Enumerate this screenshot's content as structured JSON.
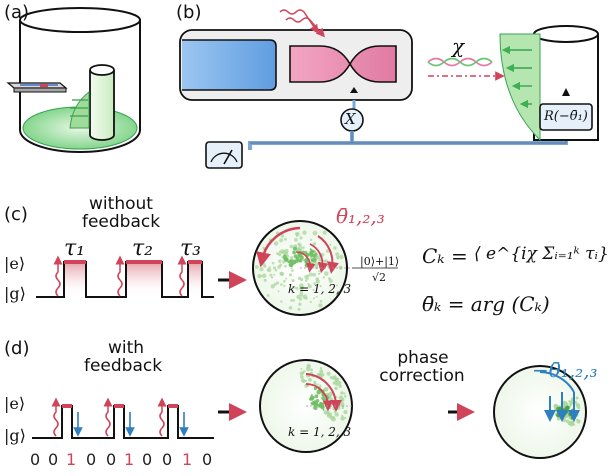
{
  "panels": {
    "a": "(a)",
    "b": "(b)",
    "c": "(c)",
    "d": "(d)"
  },
  "b": {
    "chi": "χ",
    "x_gate": "X",
    "rotation": "R(−θ̄₁)"
  },
  "c": {
    "title_line1": "without",
    "title_line2": "feedback",
    "ket_e": "|e⟩",
    "ket_g": "|g⟩",
    "tau1": "τ₁",
    "tau2": "τ₂",
    "tau3": "τ₃",
    "theta_label": "θ̄₁,₂,₃",
    "k_label": "k = 1, 2, 3",
    "state_num": "|0⟩+|1⟩",
    "state_den": "√2",
    "eq1_lhs": "Cₖ =",
    "eq1_rhs": "⟨ e^{iχ Σᵢ₌₁ᵏ τᵢ} ⟩",
    "eq2": "θ̄ₖ = arg (Cₖ)"
  },
  "d": {
    "title_line1": "with",
    "title_line2": "feedback",
    "ket_e": "|e⟩",
    "ket_g": "|g⟩",
    "bits": [
      "0",
      "0",
      "1",
      "0",
      "0",
      "1",
      "0",
      "0",
      "1",
      "0"
    ],
    "bit_colors": [
      "#222222",
      "#222222",
      "#d0445a",
      "#222222",
      "#222222",
      "#d0445a",
      "#222222",
      "#222222",
      "#d0445a",
      "#222222"
    ],
    "k_label": "k = 1, 2, 3",
    "phase_line1": "phase",
    "phase_line2": "correction",
    "neg_theta_label": "−θ̄₁,₂,₃"
  },
  "colors": {
    "red": "#d0445a",
    "blue": "#2d7fc0",
    "green": "#6cc36f",
    "pink": "#e17aa0",
    "gray_box": "#eeeeee"
  }
}
